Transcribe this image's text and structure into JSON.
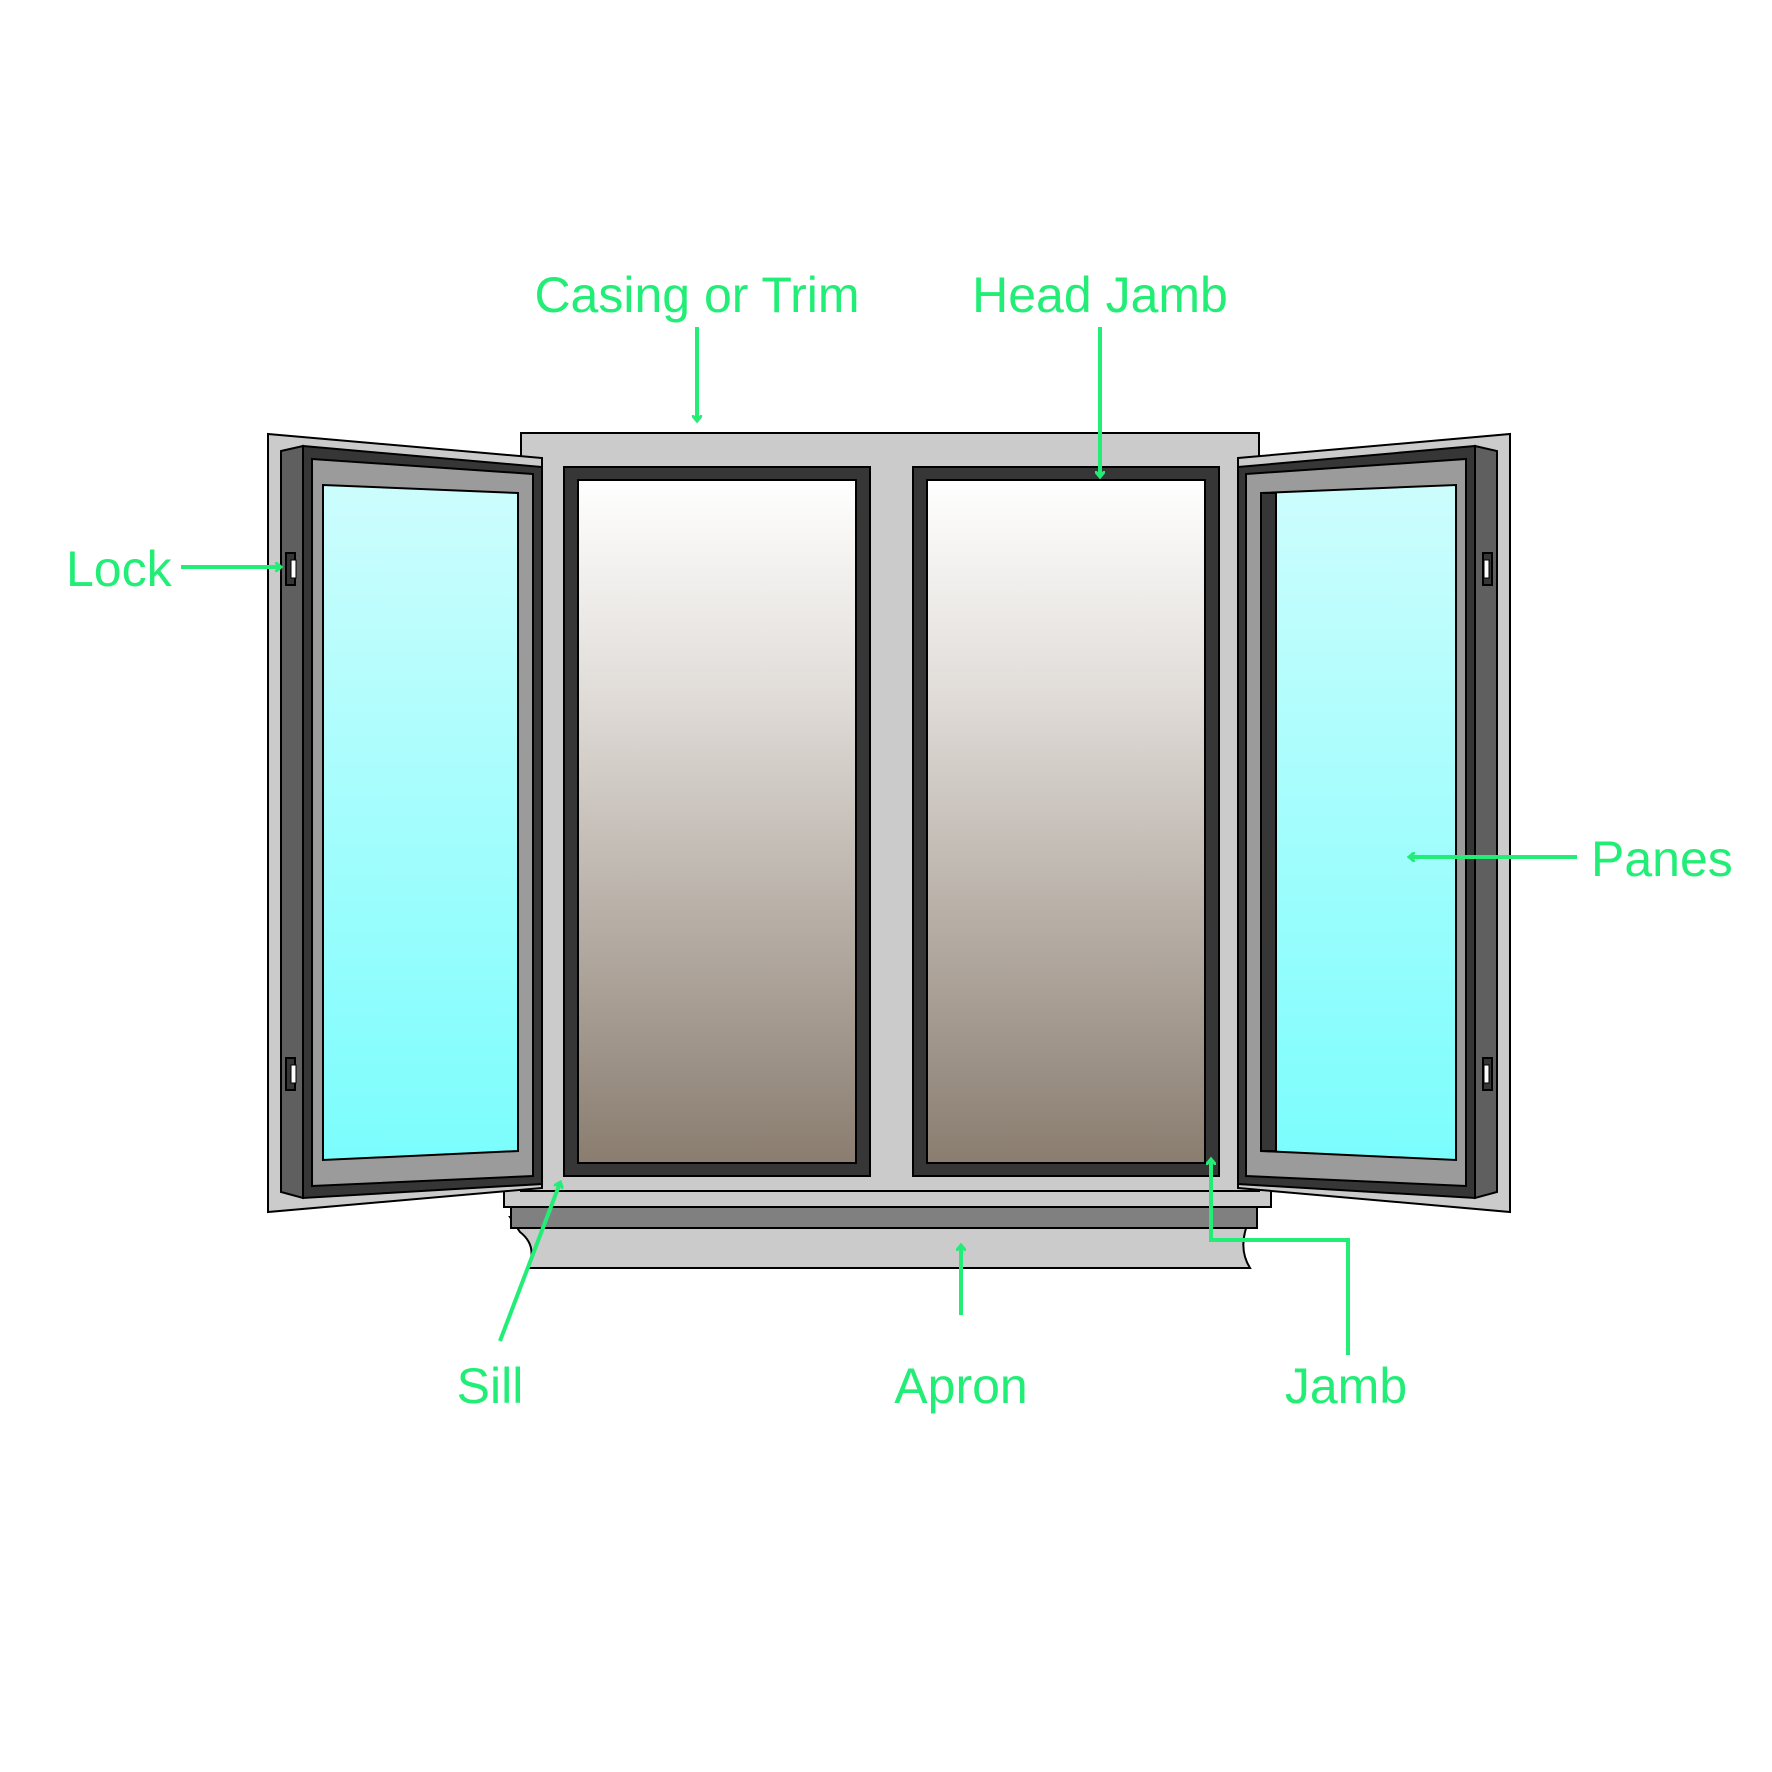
{
  "labels": {
    "casing": "Casing or Trim",
    "head_jamb": "Head Jamb",
    "lock": "Lock",
    "panes": "Panes",
    "sill": "Sill",
    "apron": "Apron",
    "jamb": "Jamb"
  },
  "colors": {
    "label": "#22ee77",
    "casing": "#cbcbcb",
    "frame_dark": "#363636",
    "sash_dark": "#5f5f5f",
    "sash_mid": "#9b9b9b",
    "glass_top": "#cdfdfd",
    "glass_bottom": "#7bfdfd",
    "pane_top": "#ffffff",
    "pane_bottom": "#8a7d70",
    "sill_under": "#808080"
  }
}
